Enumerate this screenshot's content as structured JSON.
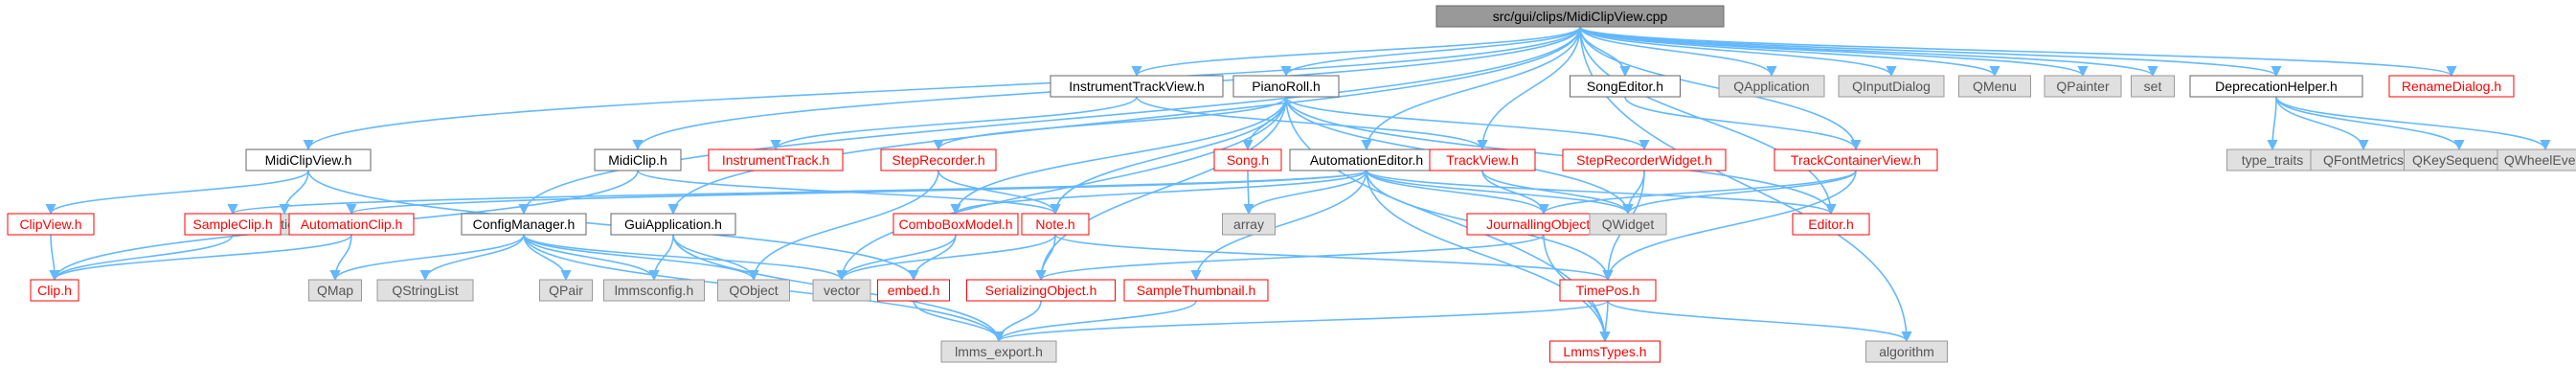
{
  "graph": {
    "root": "src/gui/clips/MidiClipView.cpp",
    "colors": {
      "edge": "#63b8ff",
      "root_fill": "#999999",
      "plain_fill": "#ffffff",
      "plain_border": "#666666",
      "red_border": "#ff0000",
      "red_text": "#ff0000",
      "external_fill": "#e0e0e0",
      "external_border": "#999999",
      "external_text": "#555555"
    },
    "nodes": [
      {
        "id": "root",
        "label": "src/gui/clips/MidiClipView.cpp",
        "style": "root"
      },
      {
        "id": "InstrumentTrackView_h",
        "label": "InstrumentTrackView.h",
        "style": "plain"
      },
      {
        "id": "PianoRoll_h",
        "label": "PianoRoll.h",
        "style": "plain"
      },
      {
        "id": "SongEditor_h",
        "label": "SongEditor.h",
        "style": "plain"
      },
      {
        "id": "QApplication",
        "label": "QApplication",
        "style": "external"
      },
      {
        "id": "QInputDialog",
        "label": "QInputDialog",
        "style": "external"
      },
      {
        "id": "QMenu",
        "label": "QMenu",
        "style": "external"
      },
      {
        "id": "QPainter",
        "label": "QPainter",
        "style": "external"
      },
      {
        "id": "set",
        "label": "set",
        "style": "external"
      },
      {
        "id": "DeprecationHelper_h",
        "label": "DeprecationHelper.h",
        "style": "plain"
      },
      {
        "id": "RenameDialog_h",
        "label": "RenameDialog.h",
        "style": "red"
      },
      {
        "id": "MidiClipView_h",
        "label": "MidiClipView.h",
        "style": "plain"
      },
      {
        "id": "MidiClip_h",
        "label": "MidiClip.h",
        "style": "plain"
      },
      {
        "id": "InstrumentTrack_h",
        "label": "InstrumentTrack.h",
        "style": "red"
      },
      {
        "id": "StepRecorder_h",
        "label": "StepRecorder.h",
        "style": "red"
      },
      {
        "id": "Song_h",
        "label": "Song.h",
        "style": "red"
      },
      {
        "id": "AutomationEditor_h",
        "label": "AutomationEditor.h",
        "style": "plain"
      },
      {
        "id": "TrackView_h",
        "label": "TrackView.h",
        "style": "red"
      },
      {
        "id": "StepRecorderWidget_h",
        "label": "StepRecorderWidget.h",
        "style": "red"
      },
      {
        "id": "TrackContainerView_h",
        "label": "TrackContainerView.h",
        "style": "red"
      },
      {
        "id": "type_traits",
        "label": "type_traits",
        "style": "external"
      },
      {
        "id": "QFontMetrics",
        "label": "QFontMetrics",
        "style": "external"
      },
      {
        "id": "QKeySequence",
        "label": "QKeySequence",
        "style": "external"
      },
      {
        "id": "QWheelEvent",
        "label": "QWheelEvent",
        "style": "external"
      },
      {
        "id": "ClipView_h",
        "label": "ClipView.h",
        "style": "red"
      },
      {
        "id": "QStaticText",
        "label": "QStaticText",
        "style": "external"
      },
      {
        "id": "SampleClip_h",
        "label": "SampleClip.h",
        "style": "red"
      },
      {
        "id": "AutomationClip_h",
        "label": "AutomationClip.h",
        "style": "red"
      },
      {
        "id": "ConfigManager_h",
        "label": "ConfigManager.h",
        "style": "plain"
      },
      {
        "id": "GuiApplication_h",
        "label": "GuiApplication.h",
        "style": "plain"
      },
      {
        "id": "ComboBoxModel_h",
        "label": "ComboBoxModel.h",
        "style": "red"
      },
      {
        "id": "Note_h",
        "label": "Note.h",
        "style": "red"
      },
      {
        "id": "array",
        "label": "array",
        "style": "external"
      },
      {
        "id": "JournallingObject_h",
        "label": "JournallingObject.h",
        "style": "red"
      },
      {
        "id": "QWidget",
        "label": "QWidget",
        "style": "external"
      },
      {
        "id": "Editor_h",
        "label": "Editor.h",
        "style": "red"
      },
      {
        "id": "Clip_h",
        "label": "Clip.h",
        "style": "red"
      },
      {
        "id": "QMap",
        "label": "QMap",
        "style": "external"
      },
      {
        "id": "QStringList",
        "label": "QStringList",
        "style": "external"
      },
      {
        "id": "QPair",
        "label": "QPair",
        "style": "external"
      },
      {
        "id": "lmmsconfig_h",
        "label": "lmmsconfig.h",
        "style": "external"
      },
      {
        "id": "QObject",
        "label": "QObject",
        "style": "external"
      },
      {
        "id": "vector",
        "label": "vector",
        "style": "external"
      },
      {
        "id": "embed_h",
        "label": "embed.h",
        "style": "red"
      },
      {
        "id": "SerializingObject_h",
        "label": "SerializingObject.h",
        "style": "red"
      },
      {
        "id": "SampleThumbnail_h",
        "label": "SampleThumbnail.h",
        "style": "red"
      },
      {
        "id": "TimePos_h",
        "label": "TimePos.h",
        "style": "red"
      },
      {
        "id": "lmms_export_h",
        "label": "lmms_export.h",
        "style": "external"
      },
      {
        "id": "LmmsTypes_h",
        "label": "LmmsTypes.h",
        "style": "red"
      },
      {
        "id": "algorithm",
        "label": "algorithm",
        "style": "external"
      }
    ],
    "edges": [
      [
        "root",
        "InstrumentTrackView_h"
      ],
      [
        "root",
        "PianoRoll_h"
      ],
      [
        "root",
        "SongEditor_h"
      ],
      [
        "root",
        "QApplication"
      ],
      [
        "root",
        "QInputDialog"
      ],
      [
        "root",
        "QMenu"
      ],
      [
        "root",
        "QPainter"
      ],
      [
        "root",
        "set"
      ],
      [
        "root",
        "DeprecationHelper_h"
      ],
      [
        "root",
        "RenameDialog_h"
      ],
      [
        "root",
        "MidiClipView_h"
      ],
      [
        "root",
        "MidiClip_h"
      ],
      [
        "root",
        "AutomationEditor_h"
      ],
      [
        "root",
        "TrackView_h"
      ],
      [
        "root",
        "ConfigManager_h"
      ],
      [
        "root",
        "GuiApplication_h"
      ],
      [
        "root",
        "TrackContainerView_h"
      ],
      [
        "root",
        "Editor_h"
      ],
      [
        "root",
        "algorithm"
      ],
      [
        "InstrumentTrackView_h",
        "InstrumentTrack_h"
      ],
      [
        "InstrumentTrackView_h",
        "TrackView_h"
      ],
      [
        "PianoRoll_h",
        "StepRecorder_h"
      ],
      [
        "PianoRoll_h",
        "Song_h"
      ],
      [
        "PianoRoll_h",
        "StepRecorderWidget_h"
      ],
      [
        "PianoRoll_h",
        "ComboBoxModel_h"
      ],
      [
        "PianoRoll_h",
        "Note_h"
      ],
      [
        "PianoRoll_h",
        "SerializingObject_h"
      ],
      [
        "PianoRoll_h",
        "Editor_h"
      ],
      [
        "PianoRoll_h",
        "QWidget"
      ],
      [
        "PianoRoll_h",
        "vector"
      ],
      [
        "PianoRoll_h",
        "LmmsTypes_h"
      ],
      [
        "SongEditor_h",
        "TrackContainerView_h"
      ],
      [
        "DeprecationHelper_h",
        "type_traits"
      ],
      [
        "DeprecationHelper_h",
        "QFontMetrics"
      ],
      [
        "DeprecationHelper_h",
        "QKeySequence"
      ],
      [
        "DeprecationHelper_h",
        "QWheelEvent"
      ],
      [
        "MidiClipView_h",
        "ClipView_h"
      ],
      [
        "MidiClipView_h",
        "QStaticText"
      ],
      [
        "MidiClipView_h",
        "embed_h"
      ],
      [
        "MidiClip_h",
        "Clip_h"
      ],
      [
        "MidiClip_h",
        "Note_h"
      ],
      [
        "StepRecorder_h",
        "Note_h"
      ],
      [
        "StepRecorder_h",
        "QObject"
      ],
      [
        "Song_h",
        "array"
      ],
      [
        "AutomationEditor_h",
        "SampleClip_h"
      ],
      [
        "AutomationEditor_h",
        "AutomationClip_h"
      ],
      [
        "AutomationEditor_h",
        "ComboBoxModel_h"
      ],
      [
        "AutomationEditor_h",
        "array"
      ],
      [
        "AutomationEditor_h",
        "JournallingObject_h"
      ],
      [
        "AutomationEditor_h",
        "QWidget"
      ],
      [
        "AutomationEditor_h",
        "Editor_h"
      ],
      [
        "AutomationEditor_h",
        "SampleThumbnail_h"
      ],
      [
        "AutomationEditor_h",
        "TimePos_h"
      ],
      [
        "AutomationEditor_h",
        "LmmsTypes_h"
      ],
      [
        "TrackView_h",
        "JournallingObject_h"
      ],
      [
        "TrackView_h",
        "QWidget"
      ],
      [
        "StepRecorderWidget_h",
        "QWidget"
      ],
      [
        "StepRecorderWidget_h",
        "TimePos_h"
      ],
      [
        "TrackContainerView_h",
        "JournallingObject_h"
      ],
      [
        "TrackContainerView_h",
        "QWidget"
      ],
      [
        "TrackContainerView_h",
        "TimePos_h"
      ],
      [
        "ClipView_h",
        "Clip_h"
      ],
      [
        "SampleClip_h",
        "Clip_h"
      ],
      [
        "AutomationClip_h",
        "Clip_h"
      ],
      [
        "AutomationClip_h",
        "QMap"
      ],
      [
        "ConfigManager_h",
        "QMap"
      ],
      [
        "ConfigManager_h",
        "QStringList"
      ],
      [
        "ConfigManager_h",
        "QPair"
      ],
      [
        "ConfigManager_h",
        "lmmsconfig_h"
      ],
      [
        "ConfigManager_h",
        "QObject"
      ],
      [
        "ConfigManager_h",
        "vector"
      ],
      [
        "ConfigManager_h",
        "lmms_export_h"
      ],
      [
        "GuiApplication_h",
        "QObject"
      ],
      [
        "GuiApplication_h",
        "lmmsconfig_h"
      ],
      [
        "GuiApplication_h",
        "lmms_export_h"
      ],
      [
        "ComboBoxModel_h",
        "vector"
      ],
      [
        "ComboBoxModel_h",
        "embed_h"
      ],
      [
        "Note_h",
        "vector"
      ],
      [
        "Note_h",
        "SerializingObject_h"
      ],
      [
        "Note_h",
        "TimePos_h"
      ],
      [
        "JournallingObject_h",
        "SerializingObject_h"
      ],
      [
        "JournallingObject_h",
        "LmmsTypes_h"
      ],
      [
        "embed_h",
        "lmms_export_h"
      ],
      [
        "SerializingObject_h",
        "lmms_export_h"
      ],
      [
        "SampleThumbnail_h",
        "lmms_export_h"
      ],
      [
        "TimePos_h",
        "lmms_export_h"
      ],
      [
        "TimePos_h",
        "LmmsTypes_h"
      ],
      [
        "TimePos_h",
        "algorithm"
      ]
    ]
  }
}
